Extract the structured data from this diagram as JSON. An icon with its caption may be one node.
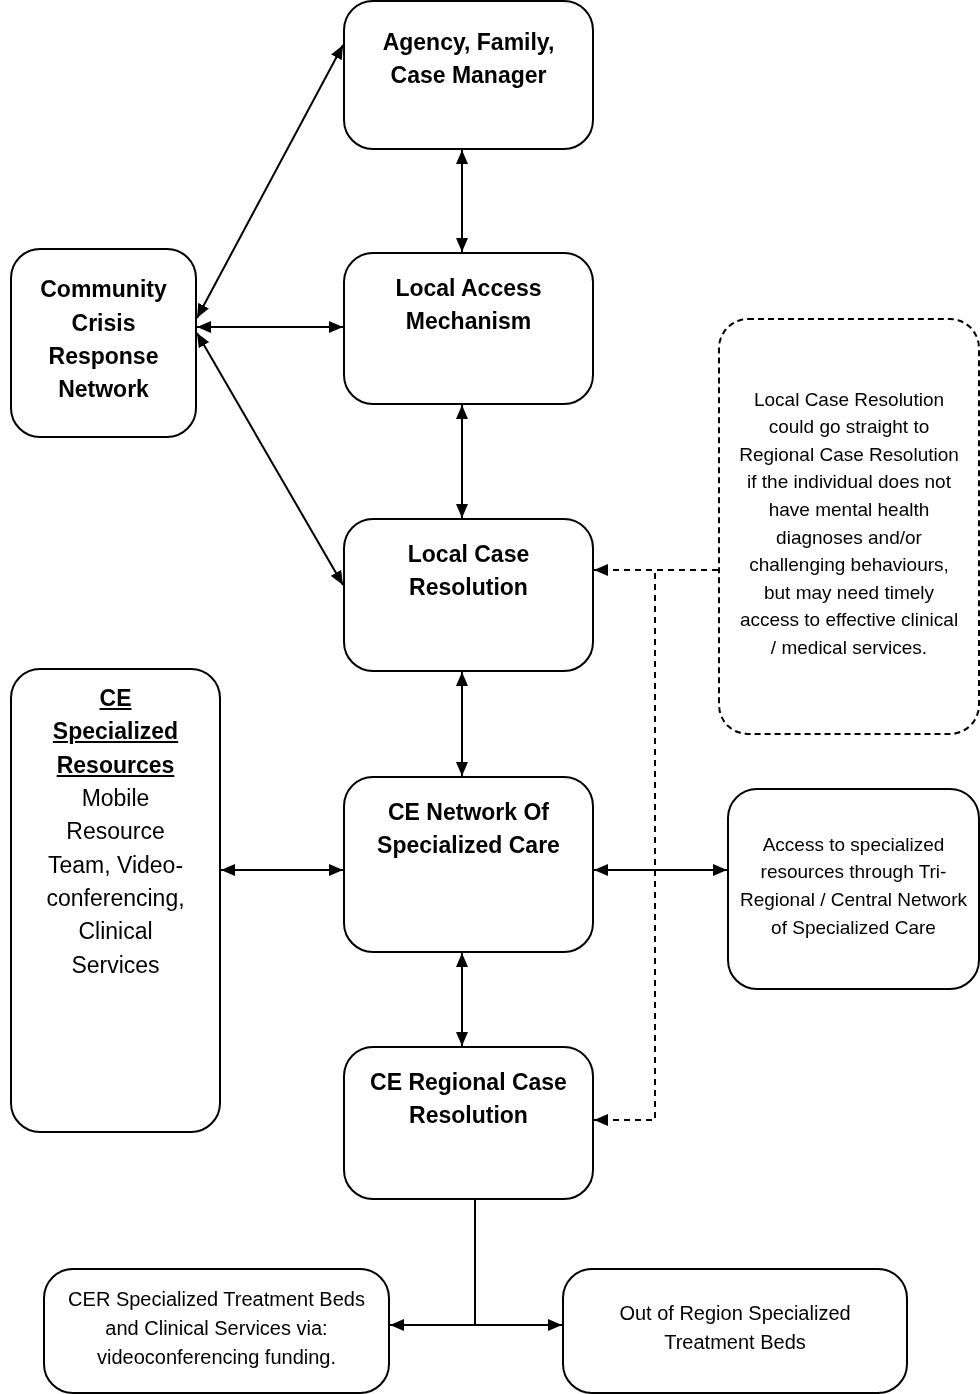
{
  "diagram": {
    "nodes": [
      {
        "text": [
          "Agency, Family, Case Manager"
        ]
      },
      {
        "text": [
          "Community Crisis Response Network"
        ]
      },
      {
        "text": [
          "Local Access Mechanism"
        ]
      },
      {
        "text": [
          "Local Case Resolution"
        ]
      },
      {
        "text": [
          "Local Case Resolution could go straight to Regional Case Resolution if the individual does not have mental health diagnoses and/or challenging behaviours, but may need timely access to effective clinical / medical services."
        ]
      },
      {
        "text": [
          "CE Specialized Resources",
          "Mobile Resource Team, Video-conferencing, Clinical Services"
        ]
      },
      {
        "text": [
          "CE Network Of Specialized Care"
        ]
      },
      {
        "text": [
          "Access to specialized resources through Tri-Regional / Central Network of Specialized Care"
        ]
      },
      {
        "text": [
          "CE Regional Case Resolution"
        ]
      },
      {
        "text": [
          "CER Specialized Treatment Beds and Clinical Services via: videoconferencing funding."
        ]
      },
      {
        "text": [
          "Out of Region Specialized Treatment Beds"
        ]
      }
    ],
    "edges": [
      {
        "from": 1,
        "to": 0,
        "arrow": "both"
      },
      {
        "from": 1,
        "to": 2,
        "arrow": "both"
      },
      {
        "from": 1,
        "to": 3,
        "arrow": "both"
      },
      {
        "from": 0,
        "to": 2,
        "arrow": "both"
      },
      {
        "from": 2,
        "to": 3,
        "arrow": "both"
      },
      {
        "from": 3,
        "to": 6,
        "arrow": "both"
      },
      {
        "from": 5,
        "to": 6,
        "arrow": "both"
      },
      {
        "from": 6,
        "to": 7,
        "arrow": "both"
      },
      {
        "from": 6,
        "to": 8,
        "arrow": "both"
      },
      {
        "from": 4,
        "to": 3,
        "arrow": "to",
        "style": "dashed"
      },
      {
        "from": 4,
        "to": 8,
        "arrow": "to",
        "style": "dashed"
      },
      {
        "from": 8,
        "to": 9,
        "arrow": "to"
      },
      {
        "from": 8,
        "to": 10,
        "arrow": "to"
      }
    ]
  }
}
